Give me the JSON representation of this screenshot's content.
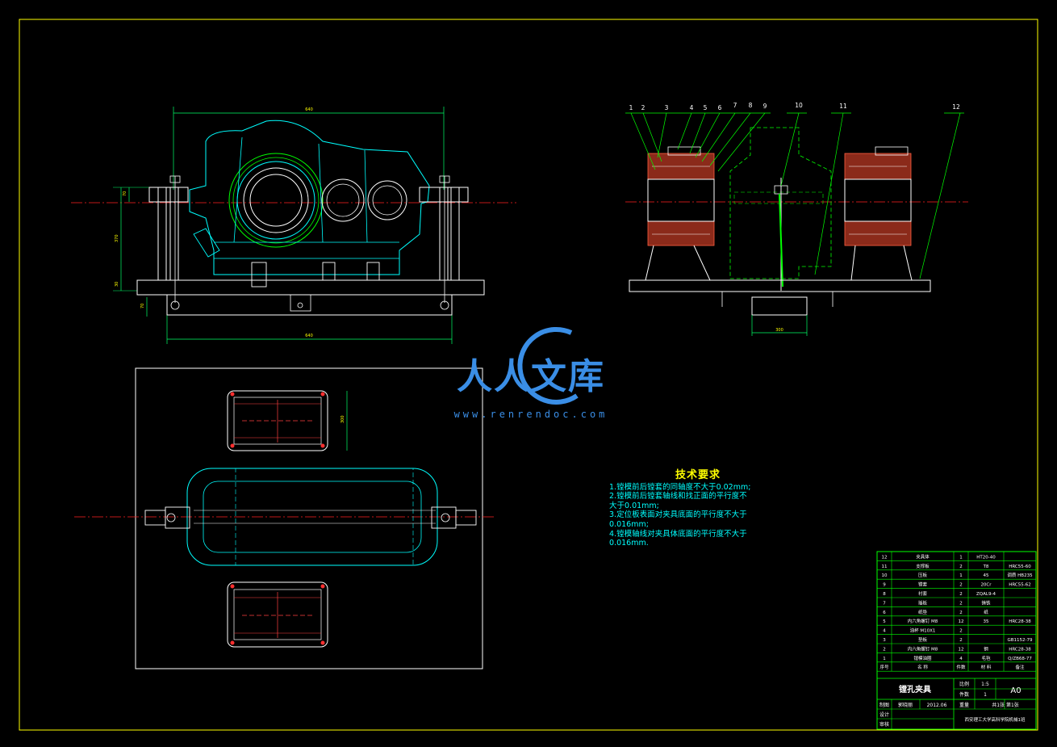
{
  "views": {
    "front": {
      "dim_top": "640",
      "dim_bottom": "640",
      "dim_left_1": "70",
      "dim_left_2": "370",
      "dim_left_3": "30",
      "dim_base": "70"
    },
    "side": {
      "dim_bottom": "300",
      "balloons": [
        "1",
        "2",
        "3",
        "4",
        "5",
        "6",
        "7",
        "8",
        "9",
        "10",
        "11",
        "12"
      ]
    },
    "plan": {
      "dim_right": "300"
    }
  },
  "tech_requirements": {
    "title": "技术要求",
    "lines": [
      "1.镗模前后镗套的同轴度不大于0.02mm;",
      "2.镗模前后镗套轴线和找正面的平行度不",
      "大于0.01mm;",
      "3.定位板表面对夹具底面的平行度不大于",
      "0.016mm;",
      "4.镗模轴线对夹具体底面的平行度不大于",
      "0.016mm."
    ]
  },
  "watermark": {
    "brand": "人人文库",
    "url": "www.renrendoc.com"
  },
  "title_block": {
    "parts": [
      {
        "no": "12",
        "name": "夹具体",
        "qty": "1",
        "mat": "HT20-40",
        "note": ""
      },
      {
        "no": "11",
        "name": "支撑板",
        "qty": "2",
        "mat": "T8",
        "note": "HRC55-60"
      },
      {
        "no": "10",
        "name": "压板",
        "qty": "1",
        "mat": "45",
        "note": "调质 HB235"
      },
      {
        "no": "9",
        "name": "镗套",
        "qty": "2",
        "mat": "20Cr",
        "note": "HRC55-62"
      },
      {
        "no": "8",
        "name": "衬套",
        "qty": "2",
        "mat": "ZQAL9-4",
        "note": ""
      },
      {
        "no": "7",
        "name": "插板",
        "qty": "2",
        "mat": "铸铁",
        "note": ""
      },
      {
        "no": "6",
        "name": "纸垫",
        "qty": "2",
        "mat": "纸",
        "note": ""
      },
      {
        "no": "5",
        "name": "内六角螺钉 M8",
        "qty": "12",
        "mat": "35",
        "note": "HRC28-38"
      },
      {
        "no": "4",
        "name": "油杯 M10X1",
        "qty": "2",
        "mat": "",
        "note": ""
      },
      {
        "no": "3",
        "name": "垫板",
        "qty": "2",
        "mat": "",
        "note": "GB1152-79"
      },
      {
        "no": "2",
        "name": "内六角螺钉 M8",
        "qty": "12",
        "mat": "钢",
        "note": "HRC28-38"
      },
      {
        "no": "1",
        "name": "镗模油圈",
        "qty": "4",
        "mat": "毛毡",
        "note": "Q/ZB68-77"
      }
    ],
    "header": {
      "no": "序号",
      "name": "名 称",
      "qty": "件数",
      "mat": "材 料",
      "note": "备注"
    },
    "drawing_name": "镗孔夹具",
    "scale_label": "比例",
    "scale_value": "1:5",
    "count_label": "件数",
    "count_value": "1",
    "size": "A0",
    "sheets": "共1张 第1张",
    "weight_label": "重量",
    "drawn_label": "制图",
    "drawer": "郭晓丽",
    "date": "2012.06",
    "design_label": "设计",
    "review_label": "审核",
    "school": "西安理工大学高科学院机械1班"
  }
}
